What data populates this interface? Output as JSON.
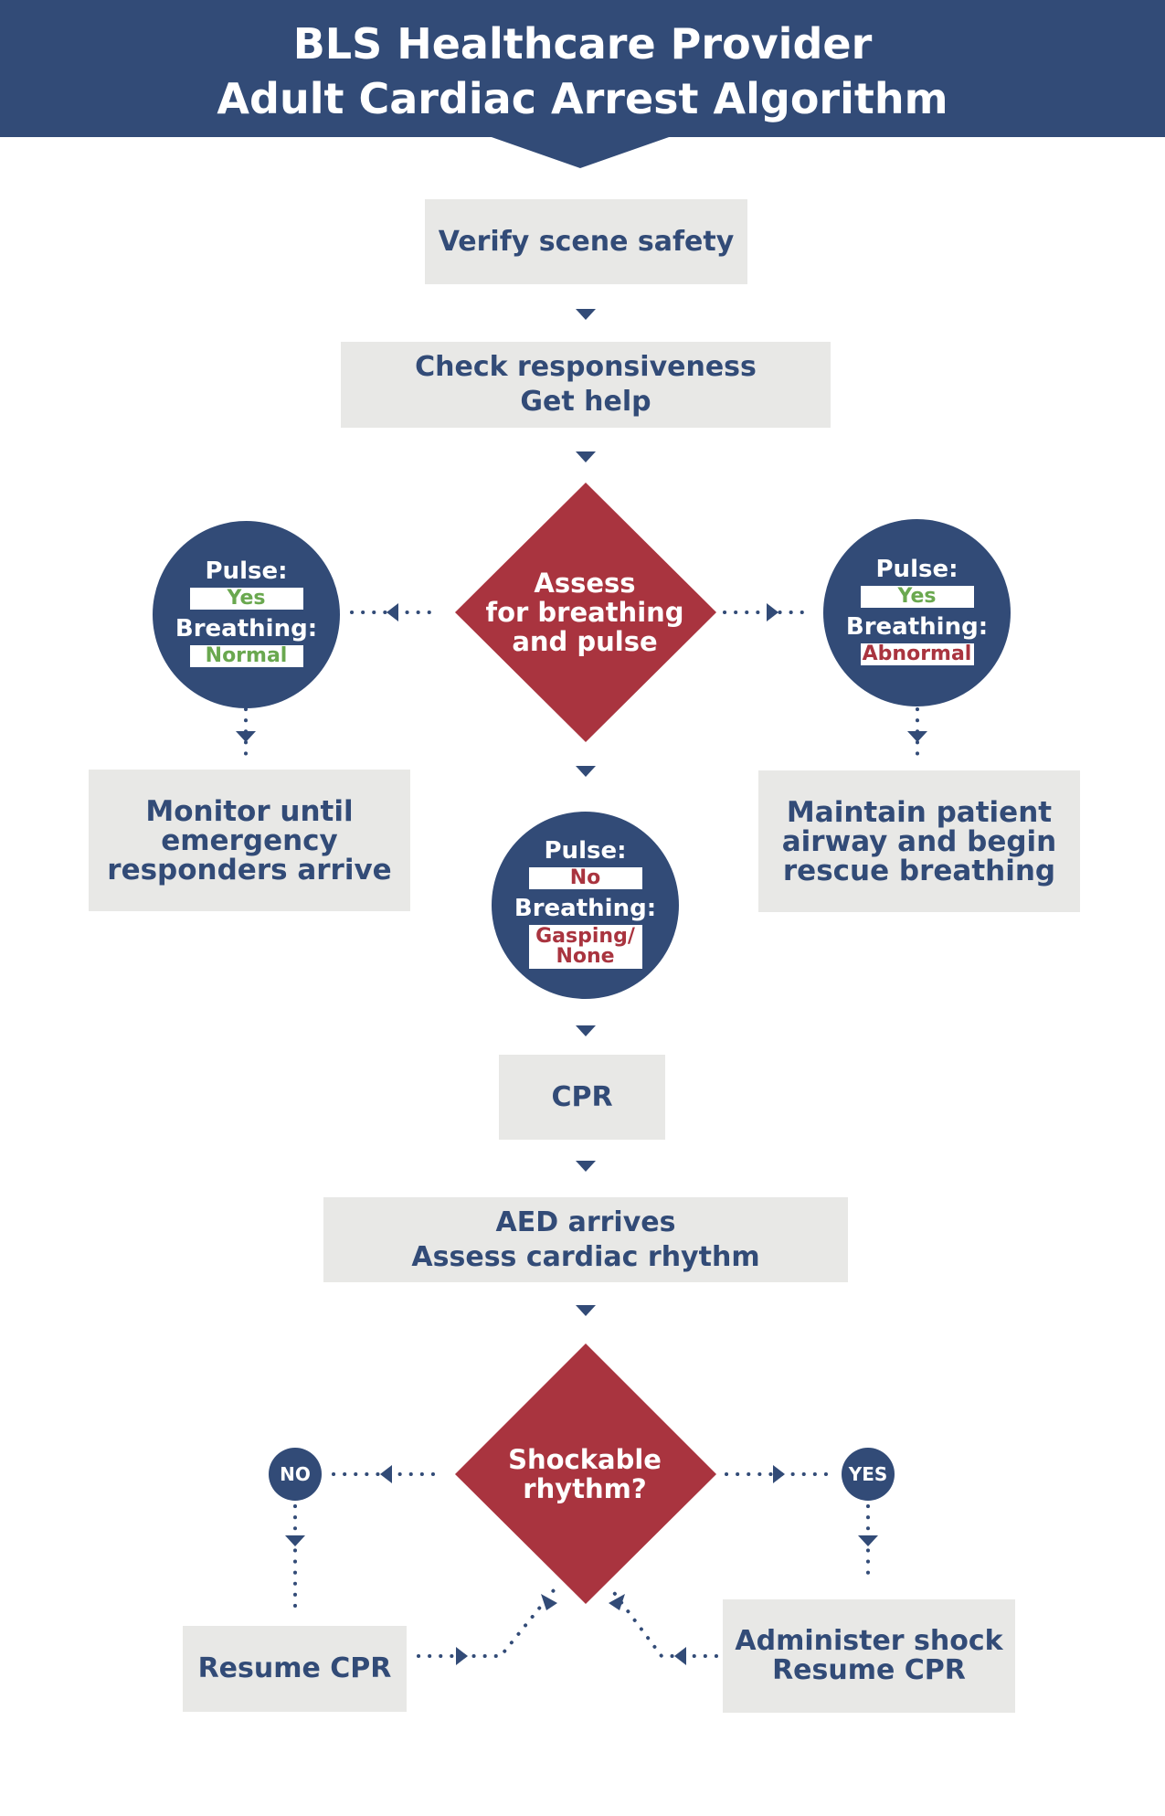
{
  "header": {
    "title_line1": "BLS Healthcare Provider",
    "title_line2": "Adult Cardiac Arrest Algorithm"
  },
  "steps": {
    "verify": "Verify scene safety",
    "check_line1": "Check responsiveness",
    "check_line2": "Get help",
    "assess_line1": "Assess",
    "assess_line2": "for breathing",
    "assess_line3": "and pulse",
    "cpr": "CPR",
    "aed_line1": "AED arrives",
    "aed_line2": "Assess cardiac rhythm",
    "shockable_line1": "Shockable",
    "shockable_line2": "rhythm?",
    "resume_cpr": "Resume CPR",
    "shock_line1": "Administer shock",
    "shock_line2": "Resume CPR"
  },
  "left_branch": {
    "pulse_label": "Pulse:",
    "pulse_value": "Yes",
    "breathing_label": "Breathing:",
    "breathing_value": "Normal",
    "action_line1": "Monitor until",
    "action_line2": "emergency",
    "action_line3": "responders arrive"
  },
  "right_branch": {
    "pulse_label": "Pulse:",
    "pulse_value": "Yes",
    "breathing_label": "Breathing:",
    "breathing_value": "Abnormal",
    "action_line1": "Maintain patient",
    "action_line2": "airway and begin",
    "action_line3": "rescue breathing"
  },
  "center_branch": {
    "pulse_label": "Pulse:",
    "pulse_value": "No",
    "breathing_label": "Breathing:",
    "breathing_value_line1": "Gasping/",
    "breathing_value_line2": "None"
  },
  "rhythm": {
    "no_label": "NO",
    "yes_label": "YES"
  },
  "colors": {
    "navy": "#324b77",
    "red": "#a9343f",
    "gray_box": "#e8e8e6",
    "green": "#6aa84f"
  }
}
